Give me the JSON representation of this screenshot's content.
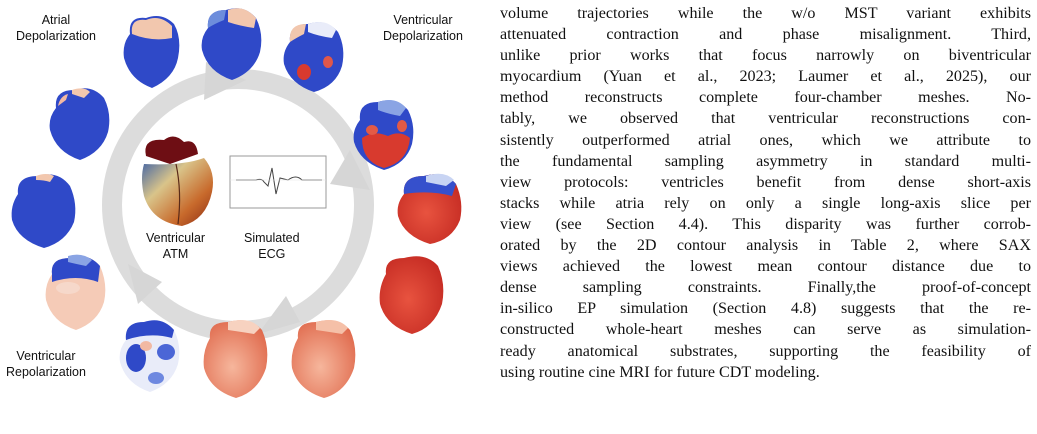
{
  "figure": {
    "labels": {
      "atrial_depolarization": [
        "Atrial",
        "Depolarization"
      ],
      "ventricular_depolarization": [
        "Ventricular",
        "Depolarization"
      ],
      "ventricular_repolarization": [
        "Ventricular",
        "Repolarization"
      ],
      "ventricular_atm": [
        "Ventricular",
        "ATM"
      ],
      "simulated_ecg": [
        "Simulated",
        "ECG"
      ]
    },
    "colors": {
      "heart_blue": "#2f49c8",
      "activation_red": "#d83a2e",
      "repolarized_salmon": "#ea8366",
      "pale_peach": "#f2c7ae",
      "cycle_arrow_gray": "#d9d9d9"
    }
  },
  "paragraph": {
    "lines": [
      "volume trajectories while the w/o MST variant exhibits",
      "attenuated contraction and phase misalignment.  Third,",
      "unlike prior works that focus narrowly on biventricular",
      "myocardium (Yuan et al., 2023; Laumer et al., 2025), our",
      "method reconstructs complete four-chamber meshes.  No-",
      "tably, we observed that ventricular reconstructions con-",
      "sistently outperformed atrial ones, which we attribute to",
      "the fundamental sampling asymmetry in standard multi-",
      "view protocols:  ventricles benefit from dense short-axis",
      "stacks while atria rely on only a single long-axis slice per",
      "view (see Section 4.4). This disparity was further corrob-",
      "orated by the 2D contour analysis in Table 2, where SAX",
      "views achieved the lowest mean contour distance due to",
      "dense sampling constraints.  Finally,the proof-of-concept",
      "in-silico EP simulation (Section 4.8) suggests that the re-",
      "constructed whole-heart meshes can serve as simulation-",
      "ready anatomical substrates, supporting the feasibility of",
      "using routine cine MRI for future CDT modeling."
    ]
  }
}
